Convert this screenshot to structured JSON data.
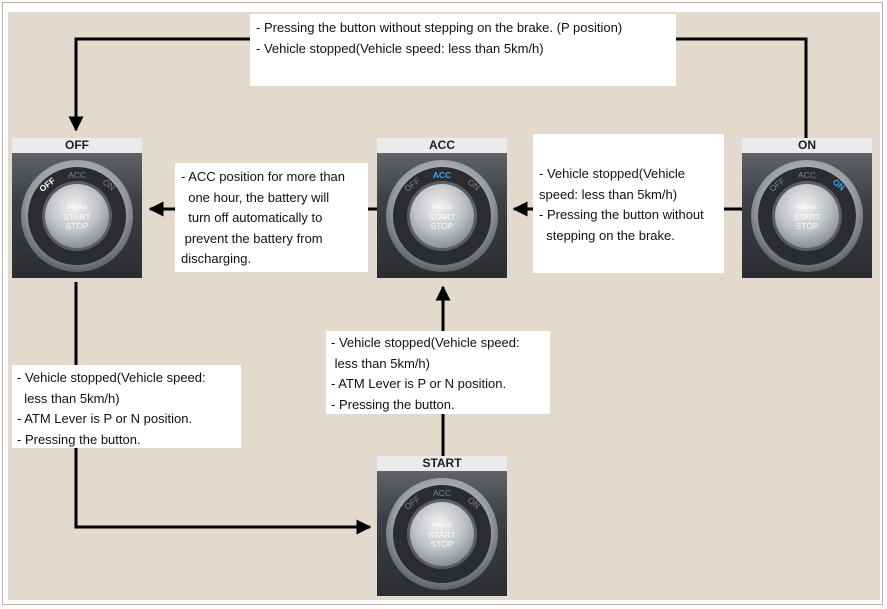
{
  "notes": {
    "top": [
      "- Pressing the button without stepping on the brake. (P position)",
      "- Vehicle stopped(Vehicle speed: less than 5km/h)"
    ],
    "acc_to_off": [
      "- ACC position for more than",
      "  one hour, the battery will",
      "  turn off automatically to",
      " prevent the battery from",
      "discharging."
    ],
    "on_to_acc": [
      "- Vehicle stopped(Vehicle",
      "speed: less than 5km/h)",
      "- Pressing the button without",
      "  stepping on the brake."
    ],
    "start_to_acc": [
      "- Vehicle stopped(Vehicle speed:",
      " less than 5km/h)",
      "- ATM Lever is P or N position.",
      "- Pressing the button."
    ],
    "off_to_start": [
      "- Vehicle stopped(Vehicle speed:",
      "  less than 5km/h)",
      "- ATM Lever is P or N position.",
      "- Pressing the button."
    ]
  },
  "buttons": {
    "off": {
      "caption": "OFF",
      "active": "off"
    },
    "acc": {
      "caption": "ACC",
      "active": "acc"
    },
    "on": {
      "caption": "ON",
      "active": "on"
    },
    "start": {
      "caption": "START",
      "active": "none"
    }
  },
  "button_face": {
    "ring_labels": {
      "off": "OFF",
      "acc": "ACC",
      "on": "ON"
    },
    "line1": "ENGINE",
    "line2": "START",
    "line3": "STOP"
  },
  "colors": {
    "background": "#e3d9cd",
    "active_off": "#ffffff",
    "active_acc": "#3aa8e8",
    "active_on": "#3aa8e8",
    "inactive_label": "#7d8085",
    "arrow": "#000000"
  }
}
